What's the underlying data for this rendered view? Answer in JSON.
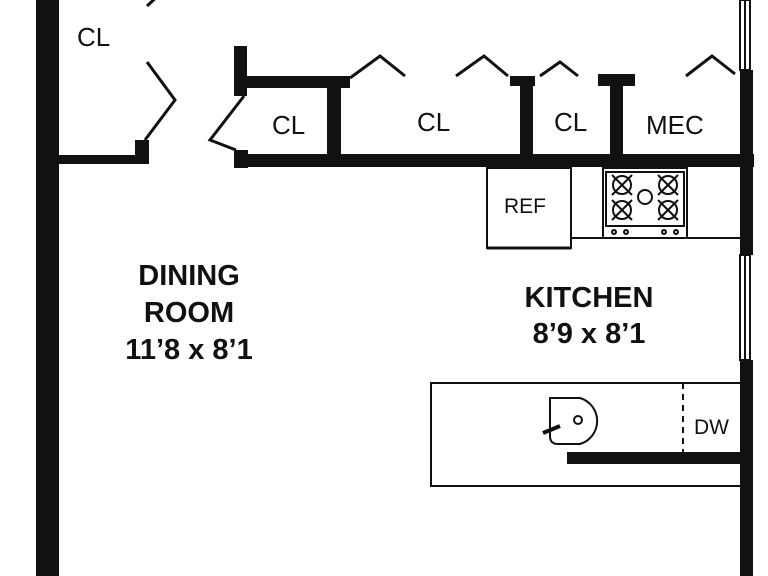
{
  "rooms": {
    "dining": {
      "name_line1": "DINING",
      "name_line2": "ROOM",
      "dimensions": "11’8 x 8’1"
    },
    "kitchen": {
      "name": "KITCHEN",
      "dimensions": "8’9 x 8’1"
    }
  },
  "closets": {
    "top_left": "CL",
    "closet_1": "CL",
    "closet_2": "CL",
    "closet_3": "CL",
    "mechanical": "MEC"
  },
  "appliances": {
    "refrigerator": "REF",
    "dishwasher": "DW"
  },
  "colors": {
    "wall": "#111111",
    "background": "#ffffff"
  }
}
